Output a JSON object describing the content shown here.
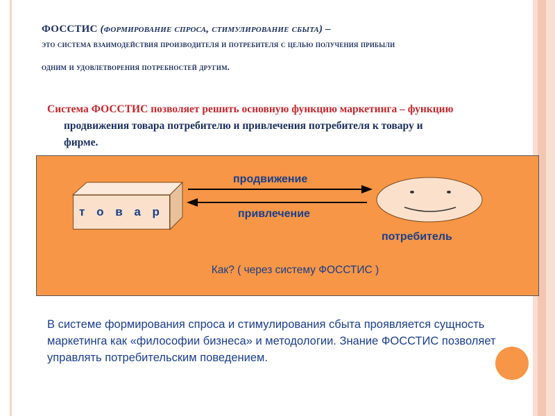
{
  "heading": {
    "title": "ФОССТИС",
    "subtitle": "(формирование спроса, стимулирование сбыта) –",
    "line2": "это система взаимодействия производителя и потребителя с целью получения прибыли",
    "line3": "одним и удовлетворения  потребностей другим."
  },
  "intro": {
    "lead": "Система ФОССТИС",
    "text1": " позволяет решить основную функцию маркетинга – функцию",
    "text2": "продвижения товара потребителю и привлечения потребителя к товару и",
    "text3": "фирме."
  },
  "diagram": {
    "box_label": "т о в а р",
    "arrow_top_label": "продвижение",
    "arrow_bottom_label": "привлечение",
    "consumer_label": "потребитель",
    "question": "Как? ( через систему ФОССТИС )"
  },
  "summary": {
    "text": "В системе формирования спроса и стимулирования сбыта проявляется сущность маркетинга как «философии бизнеса» и методологии. Знание ФОССТИС позволяет управлять потребительским поведением."
  },
  "colors": {
    "accent_orange": "#f79646",
    "title_navy": "#1a2e5c",
    "intro_red": "#c1272d",
    "text_blue": "#1a3e8a"
  }
}
